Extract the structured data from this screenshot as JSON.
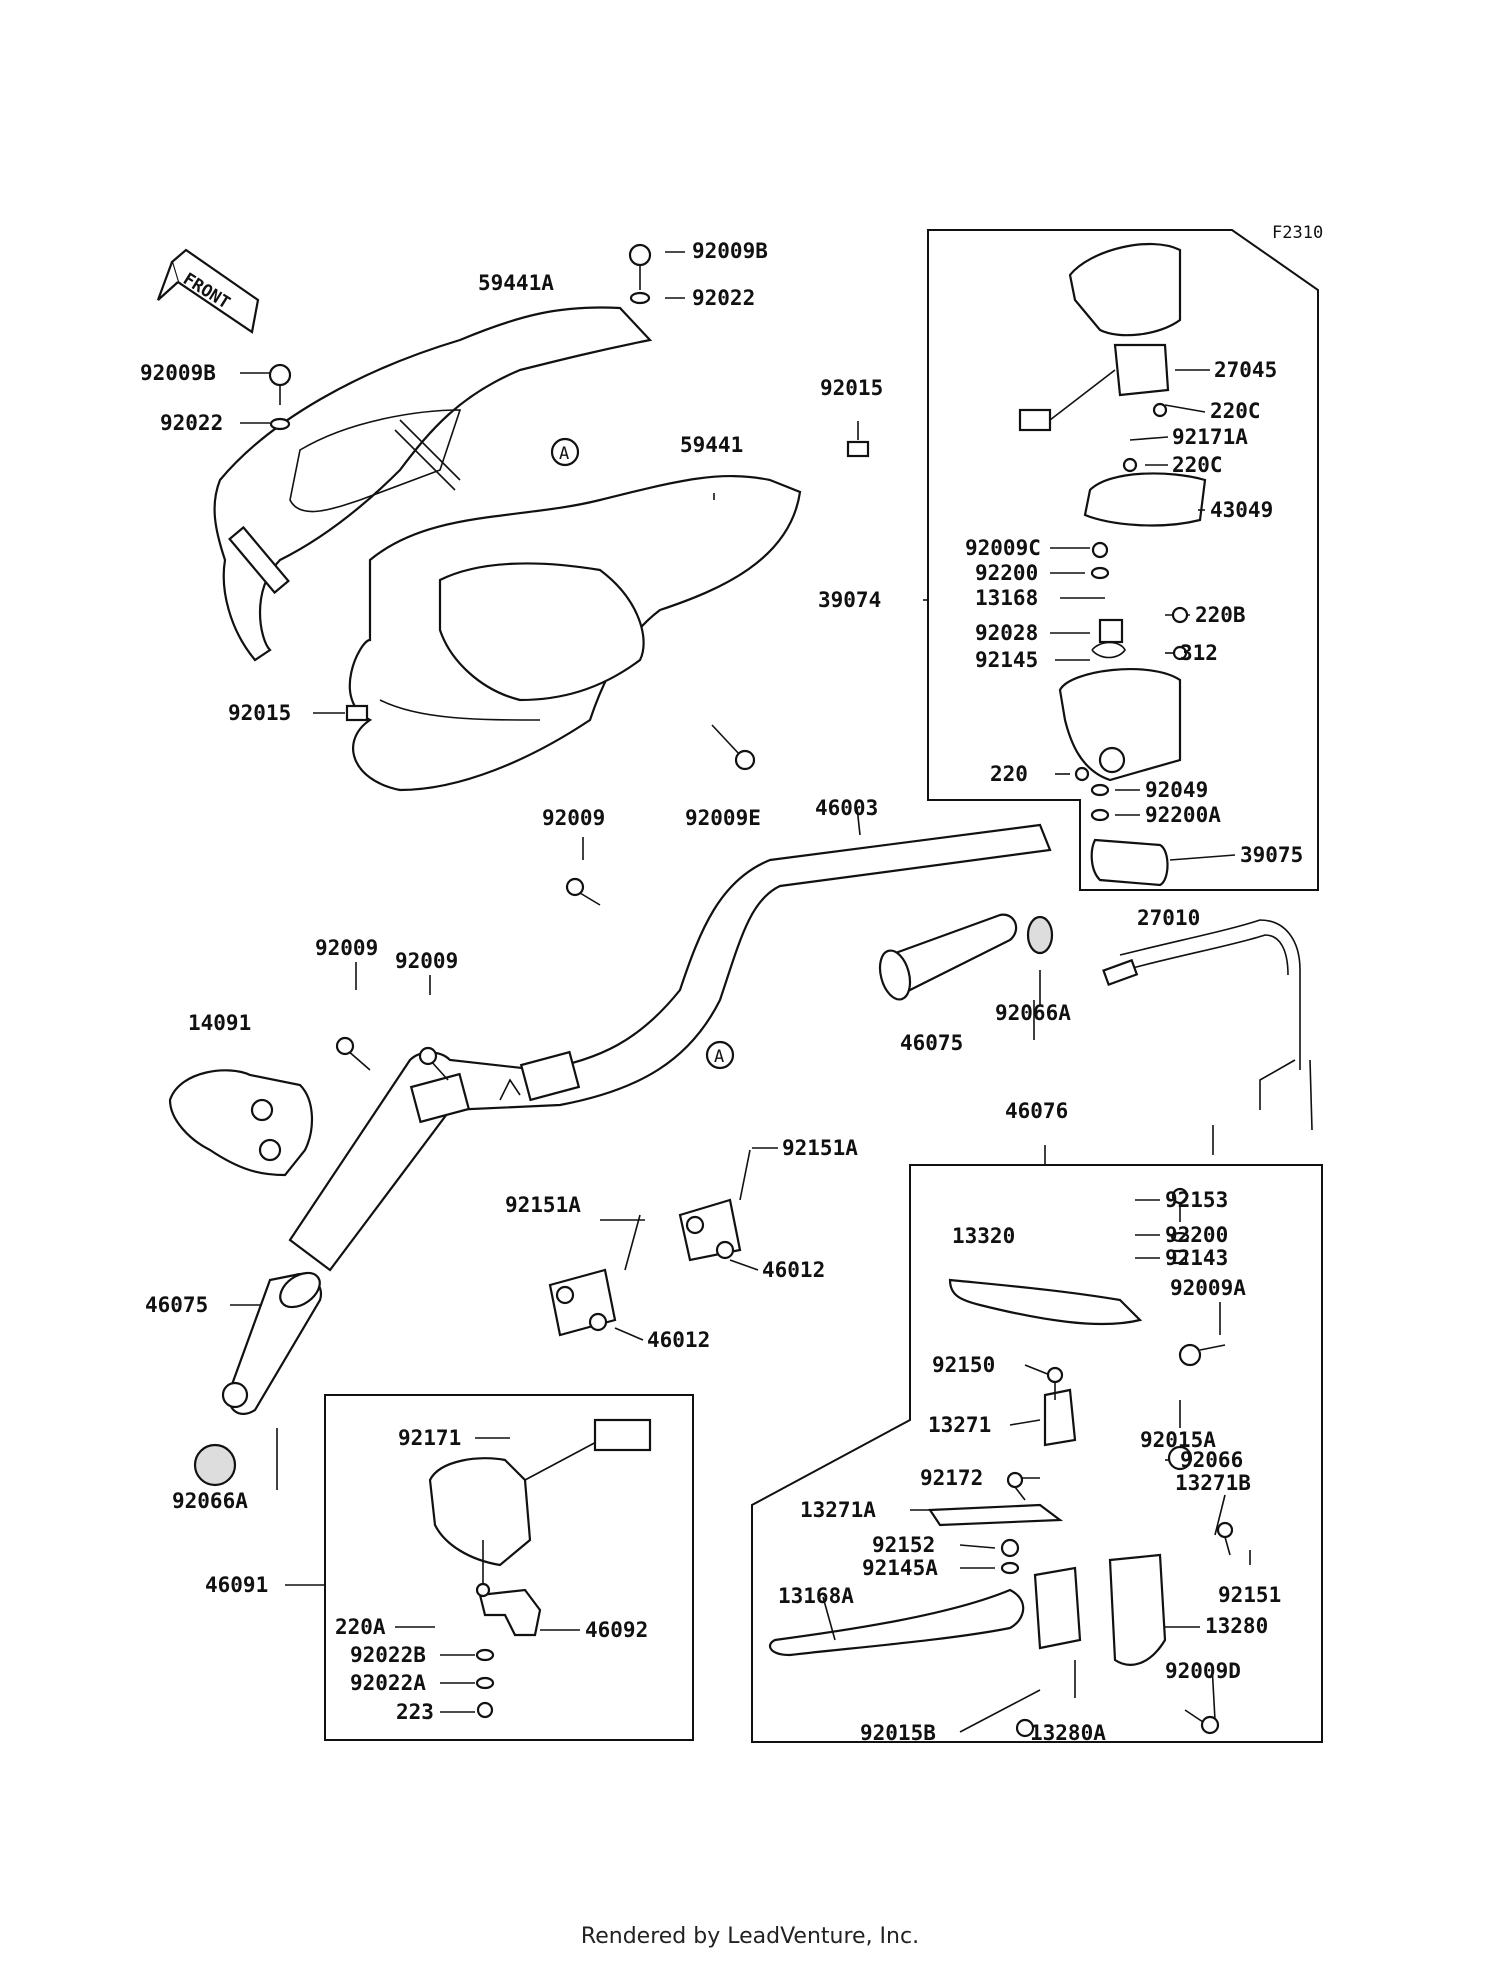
{
  "diagram_code": "F2310",
  "front_label": "FRONT",
  "ref_marker": "A",
  "labels": [
    {
      "id": "l0",
      "text": "92009B"
    },
    {
      "id": "l1",
      "text": "59441A"
    },
    {
      "id": "l2",
      "text": "92022"
    },
    {
      "id": "l3",
      "text": "92009B"
    },
    {
      "id": "l4",
      "text": "92022"
    },
    {
      "id": "l5",
      "text": "92015"
    },
    {
      "id": "l6",
      "text": "59441"
    },
    {
      "id": "l7",
      "text": "92015"
    },
    {
      "id": "l8",
      "text": "92009E"
    },
    {
      "id": "l9",
      "text": "92009"
    },
    {
      "id": "l10",
      "text": "46003"
    },
    {
      "id": "l11",
      "text": "92009"
    },
    {
      "id": "l12",
      "text": "92009"
    },
    {
      "id": "l13",
      "text": "14091"
    },
    {
      "id": "l14",
      "text": "46075"
    },
    {
      "id": "l15",
      "text": "92066A"
    },
    {
      "id": "l16",
      "text": "46075"
    },
    {
      "id": "l17",
      "text": "92066A"
    },
    {
      "id": "l18",
      "text": "27010"
    },
    {
      "id": "l19",
      "text": "46076"
    },
    {
      "id": "l20",
      "text": "92151A"
    },
    {
      "id": "l21",
      "text": "92151A"
    },
    {
      "id": "l22",
      "text": "46012"
    },
    {
      "id": "l23",
      "text": "46012"
    },
    {
      "id": "l24",
      "text": "27045"
    },
    {
      "id": "l25",
      "text": "220C"
    },
    {
      "id": "l26",
      "text": "92171A"
    },
    {
      "id": "l27",
      "text": "220C"
    },
    {
      "id": "l28",
      "text": "43049"
    },
    {
      "id": "l29",
      "text": "92009C"
    },
    {
      "id": "l30",
      "text": "92200"
    },
    {
      "id": "l31",
      "text": "13168"
    },
    {
      "id": "l32",
      "text": "39074"
    },
    {
      "id": "l33",
      "text": "220B"
    },
    {
      "id": "l34",
      "text": "92028"
    },
    {
      "id": "l35",
      "text": "312"
    },
    {
      "id": "l36",
      "text": "92145"
    },
    {
      "id": "l37",
      "text": "220"
    },
    {
      "id": "l38",
      "text": "92049"
    },
    {
      "id": "l39",
      "text": "92200A"
    },
    {
      "id": "l40",
      "text": "39075"
    },
    {
      "id": "l41",
      "text": "92153"
    },
    {
      "id": "l42",
      "text": "13320"
    },
    {
      "id": "l43",
      "text": "92200"
    },
    {
      "id": "l44",
      "text": "92143"
    },
    {
      "id": "l45",
      "text": "92009A"
    },
    {
      "id": "l46",
      "text": "92150"
    },
    {
      "id": "l47",
      "text": "13271"
    },
    {
      "id": "l48",
      "text": "92015A"
    },
    {
      "id": "l49",
      "text": "92066"
    },
    {
      "id": "l50",
      "text": "92172"
    },
    {
      "id": "l51",
      "text": "13271B"
    },
    {
      "id": "l52",
      "text": "13271A"
    },
    {
      "id": "l53",
      "text": "92152"
    },
    {
      "id": "l54",
      "text": "92145A"
    },
    {
      "id": "l55",
      "text": "92151"
    },
    {
      "id": "l56",
      "text": "13168A"
    },
    {
      "id": "l57",
      "text": "13280"
    },
    {
      "id": "l58",
      "text": "92009D"
    },
    {
      "id": "l59",
      "text": "92015B"
    },
    {
      "id": "l60",
      "text": "13280A"
    },
    {
      "id": "l61",
      "text": "92171"
    },
    {
      "id": "l62",
      "text": "46091"
    },
    {
      "id": "l63",
      "text": "220A"
    },
    {
      "id": "l64",
      "text": "46092"
    },
    {
      "id": "l65",
      "text": "92022B"
    },
    {
      "id": "l66",
      "text": "92022A"
    },
    {
      "id": "l67",
      "text": "223"
    }
  ],
  "footer": "Rendered by LeadVenture, Inc."
}
